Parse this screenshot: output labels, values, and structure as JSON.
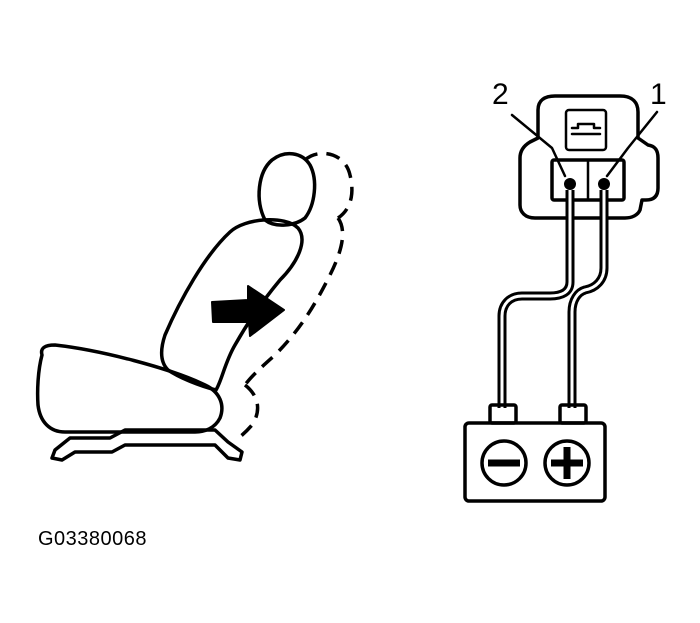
{
  "connector": {
    "terminal_left_label": "2",
    "terminal_right_label": "1"
  },
  "battery": {
    "negative_symbol": "minus-icon",
    "positive_symbol": "plus-icon"
  },
  "figure_code": "G03380068",
  "colors": {
    "ink": "#000000",
    "background": "#ffffff"
  }
}
